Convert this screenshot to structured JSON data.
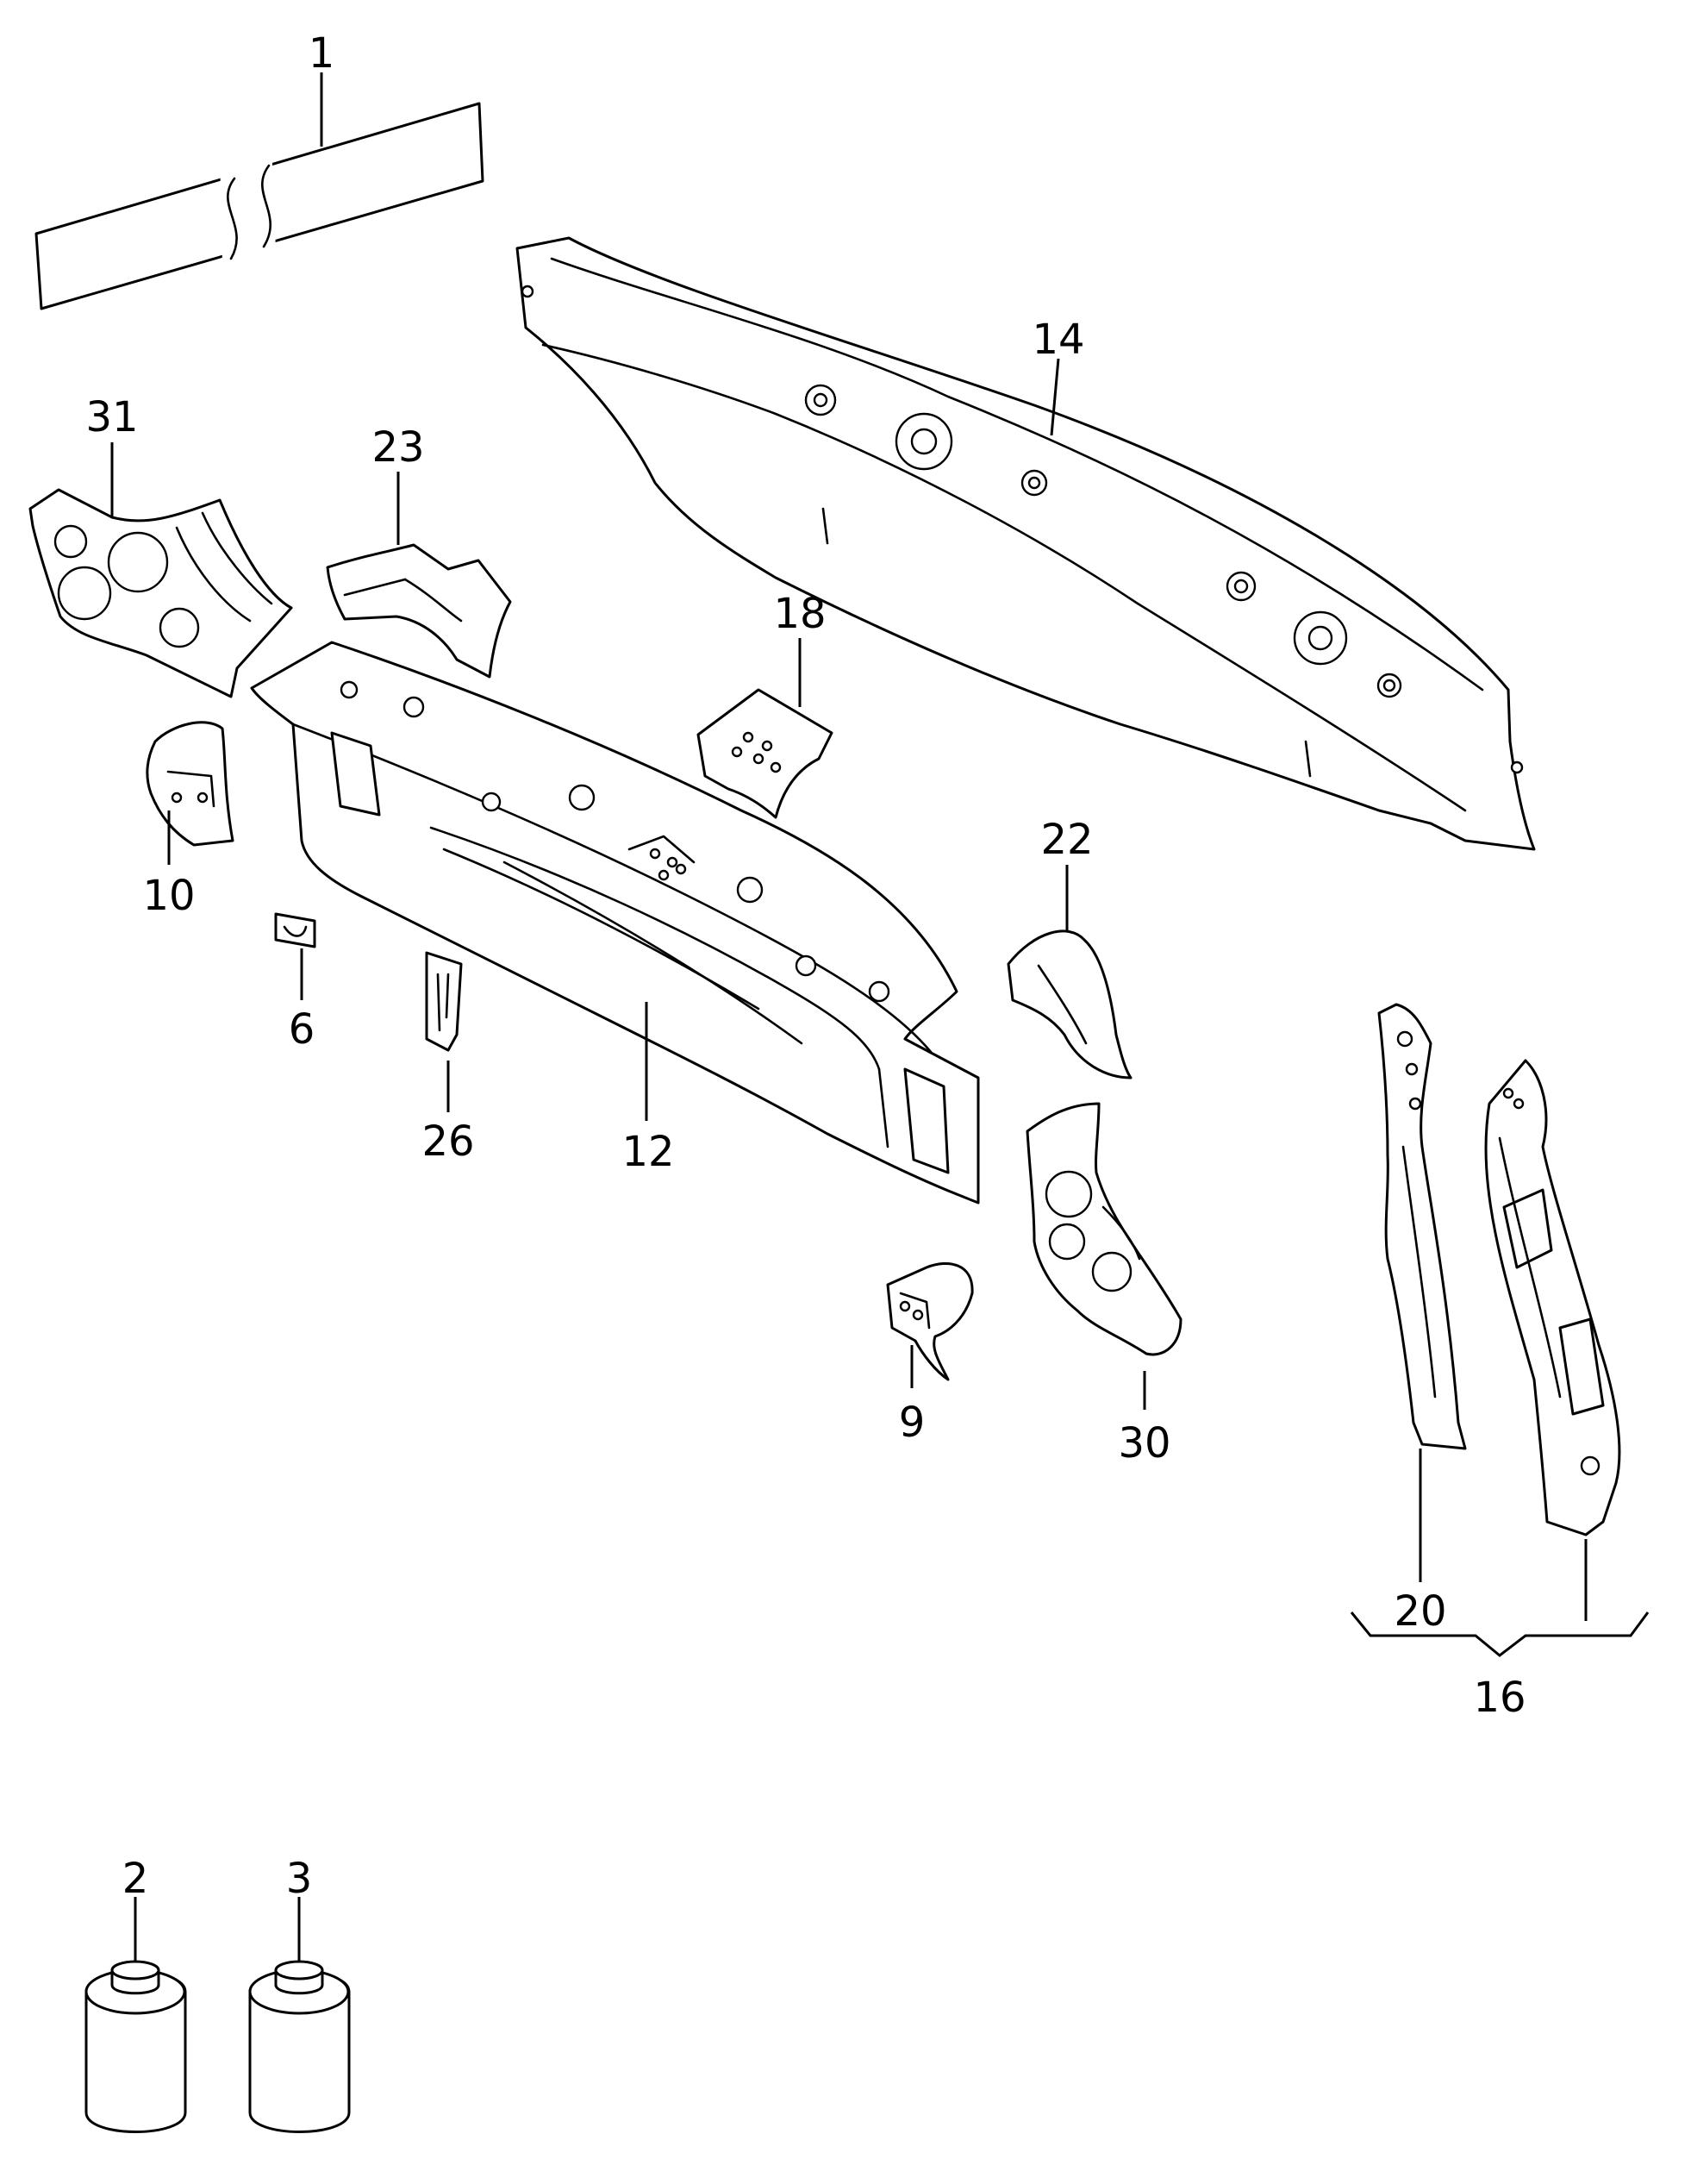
{
  "labels": {
    "p1": "1",
    "p2": "2",
    "p3": "3",
    "p6": "6",
    "p9": "9",
    "p10": "10",
    "p12": "12",
    "p14": "14",
    "p16": "16",
    "p18": "18",
    "p20": "20",
    "p22": "22",
    "p23": "23",
    "p26": "26",
    "p30": "30",
    "p31": "31"
  }
}
